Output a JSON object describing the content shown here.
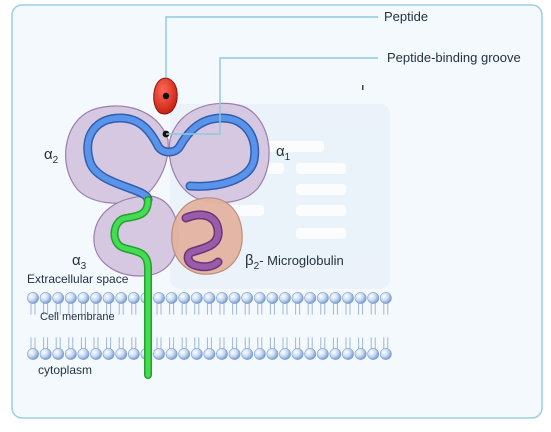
{
  "labels": {
    "peptide": "Peptide",
    "groove": "Peptide-binding groove",
    "alpha_symbol": "α",
    "alpha2_sub": "2",
    "alpha1_sub": "1",
    "alpha3_sub": "3",
    "beta_symbol": "β",
    "beta_sub": "2",
    "beta_suffix": "- Microglobulin",
    "extracellular": "Extracellular space",
    "membrane": "Cell membrane",
    "cytoplasm": "cytoplasm"
  },
  "colors": {
    "frame_border": "#9ccfe0",
    "frame_fill": "#f4f9fd",
    "domain_fill": "#d7c8e2",
    "domain_stroke": "#9a7fae",
    "alpha_chain": "#4f86e0",
    "alpha3_chain": "#3dd44a",
    "beta2_fill": "#e3b3a1",
    "beta2_chain": "#8a4e98",
    "peptide": "#e42f21",
    "membrane_head": "#bcd2ee",
    "leader_line": "#8ec7dd"
  }
}
